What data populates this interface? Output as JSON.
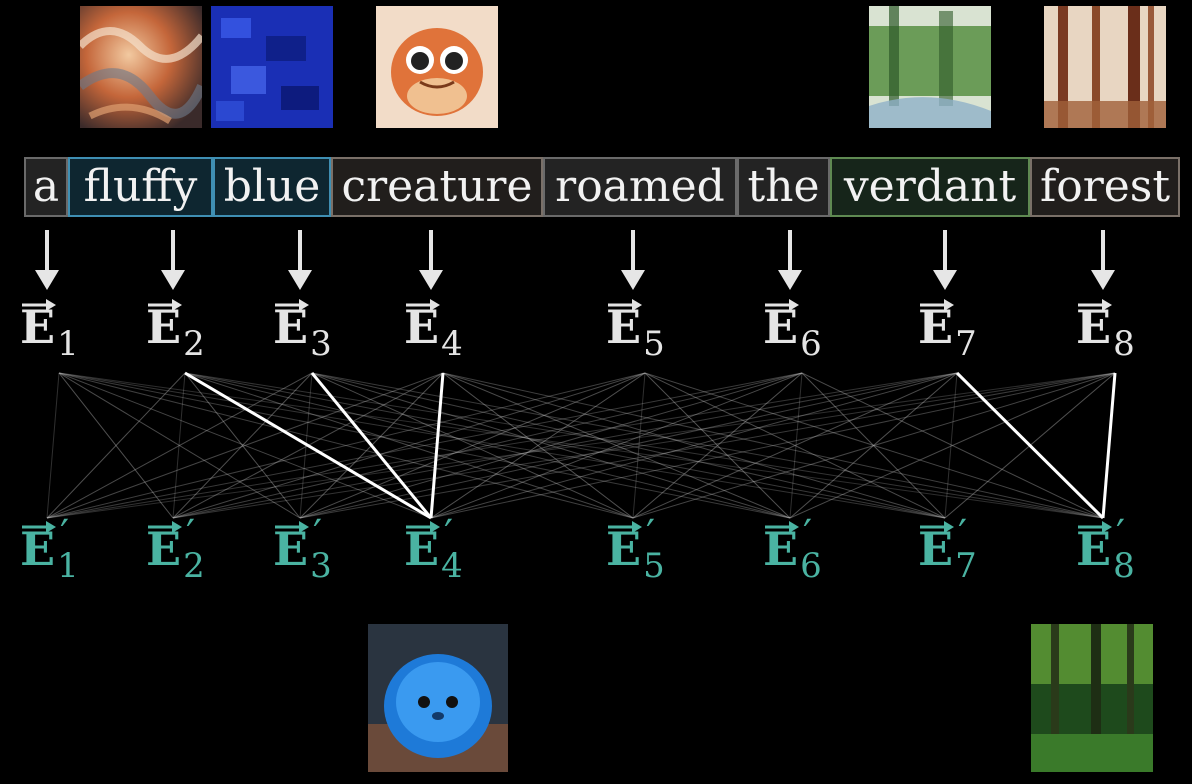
{
  "tokens": [
    {
      "text": "a",
      "style": "plain"
    },
    {
      "text": "fluffy",
      "style": "adj-blue"
    },
    {
      "text": "blue",
      "style": "adj-blue"
    },
    {
      "text": "creature",
      "style": "noun"
    },
    {
      "text": "roamed",
      "style": "plain"
    },
    {
      "text": "the",
      "style": "plain"
    },
    {
      "text": "verdant",
      "style": "adj-green"
    },
    {
      "text": "forest",
      "style": "noun"
    }
  ],
  "embeddings": {
    "letter": "E",
    "subscripts": [
      "1",
      "2",
      "3",
      "4",
      "5",
      "6",
      "7",
      "8"
    ],
    "prime": "′"
  },
  "strong_connections": [
    {
      "from": 2,
      "to": 4
    },
    {
      "from": 3,
      "to": 4
    },
    {
      "from": 4,
      "to": 4
    },
    {
      "from": 7,
      "to": 8
    },
    {
      "from": 8,
      "to": 8
    }
  ],
  "colors": {
    "background": "#000000",
    "output_vector": "#4ab3a2",
    "input_vector": "#e4e4e4",
    "blue_adjective_border": "#3f8fb3",
    "green_adjective_border": "#5f8a52"
  },
  "images": {
    "above_fluffy": "fluffy-texture-image",
    "above_blue": "blue-texture-image",
    "above_creature": "orange-creature-image",
    "above_verdant": "green-watercolor-image",
    "above_forest": "brown-forest-image",
    "below_creature": "blue-fluffy-creature-image",
    "below_forest": "green-forest-image"
  }
}
